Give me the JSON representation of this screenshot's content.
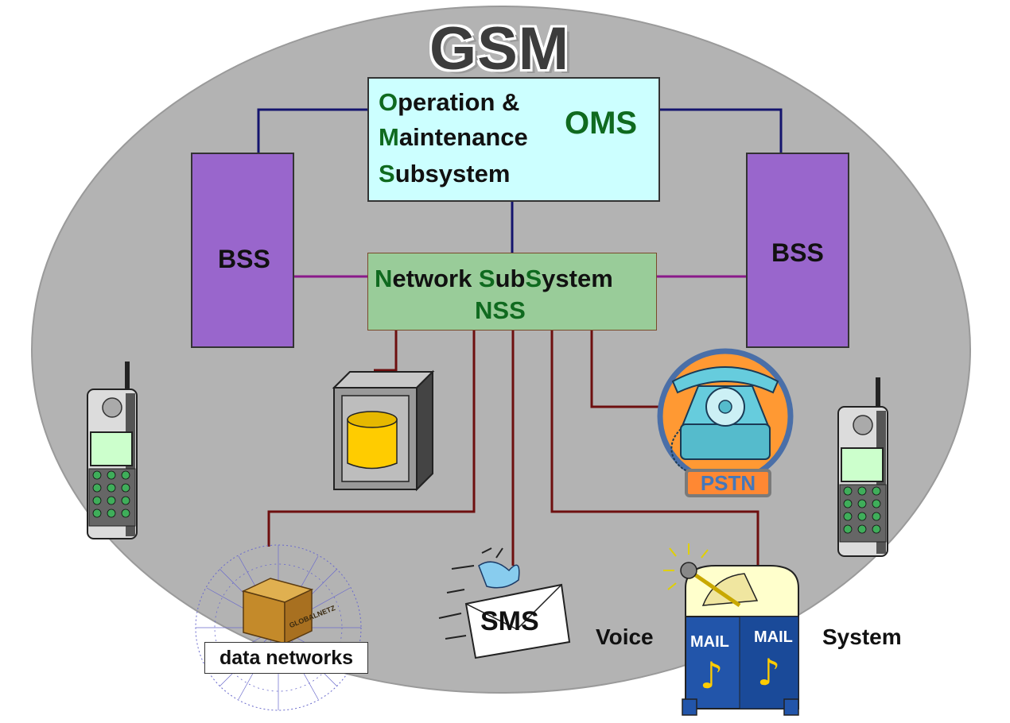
{
  "title": "GSM",
  "oms": {
    "line1_cap": "O",
    "line1_rest": "peration &",
    "line2_cap": "M",
    "line2_rest": "aintenance",
    "line3_cap": "S",
    "line3_rest": "ubsystem",
    "abbr": "OMS"
  },
  "bss_left": "BSS",
  "bss_right": "BSS",
  "nss": {
    "n": "N",
    "etwork": "etwork ",
    "s1": "S",
    "ub": "ub",
    "s2": "S",
    "ystem": "ystem",
    "abbr": "NSS"
  },
  "pstn": "PSTN",
  "data_networks": "data networks",
  "sms": "SMS",
  "voice": "Voice",
  "system": "System",
  "mailbox_label": "MAIL",
  "box_label": "GLOBALNETZ",
  "colors": {
    "ellipse": "#b3b3b3",
    "oms_fill": "#ccffff",
    "bss_fill": "#9966cc",
    "nss_fill": "#99cc99",
    "accent_green": "#0f6a1f",
    "link_navy": "#14146e",
    "link_purple": "#8a1a8a",
    "link_maroon": "#6e0f0f"
  },
  "icons": [
    "mobile-phone-icon",
    "database-safe-icon",
    "telephone-icon",
    "parcel-globe-icon",
    "envelope-icon",
    "mailbox-icon"
  ]
}
